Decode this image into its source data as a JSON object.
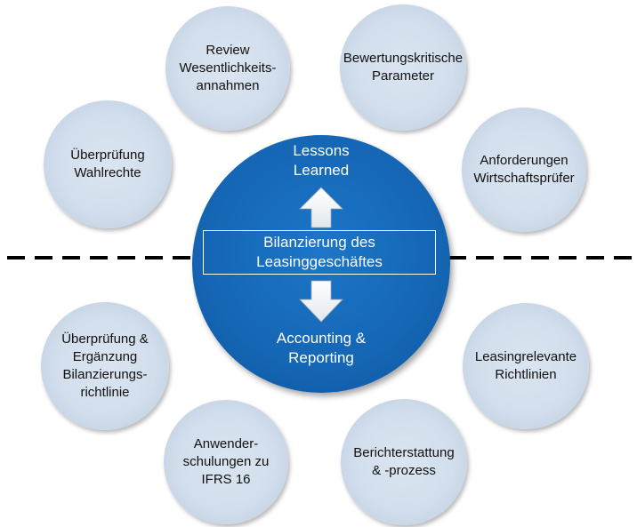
{
  "center": {
    "title": "Bilanzierung des\nLeasinggeschäftes",
    "top_label": "Lessons\nLearned",
    "bottom_label": "Accounting &\nReporting",
    "color": "#1566b4"
  },
  "satellites": [
    {
      "label": "Review\nWesentlichkeits-\nannahmen"
    },
    {
      "label": "Bewertungskritische\nParameter"
    },
    {
      "label": "Überprüfung\nWahlrechte"
    },
    {
      "label": "Anforderungen\nWirtschaftsprüfer"
    },
    {
      "label": "Überprüfung &\nErgänzung\nBilanzierungs-\nrichtlinie"
    },
    {
      "label": "Leasingrelevante\nRichtlinien"
    },
    {
      "label": "Anwender-\nschulungen zu\nIFRS 16"
    },
    {
      "label": "Berichterstattung\n& -prozess"
    }
  ],
  "colors": {
    "satellite": "#d2deec",
    "divider": "#000000"
  }
}
